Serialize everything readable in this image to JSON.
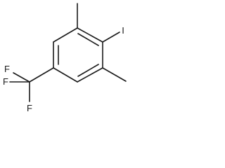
{
  "molecule": {
    "atom_labels": {
      "iodine": "I",
      "fluorine_top": "F",
      "fluorine_left": "F",
      "fluorine_bottom": "F"
    },
    "colors": {
      "ink": "#1a1a1a",
      "background": "#ffffff"
    }
  }
}
